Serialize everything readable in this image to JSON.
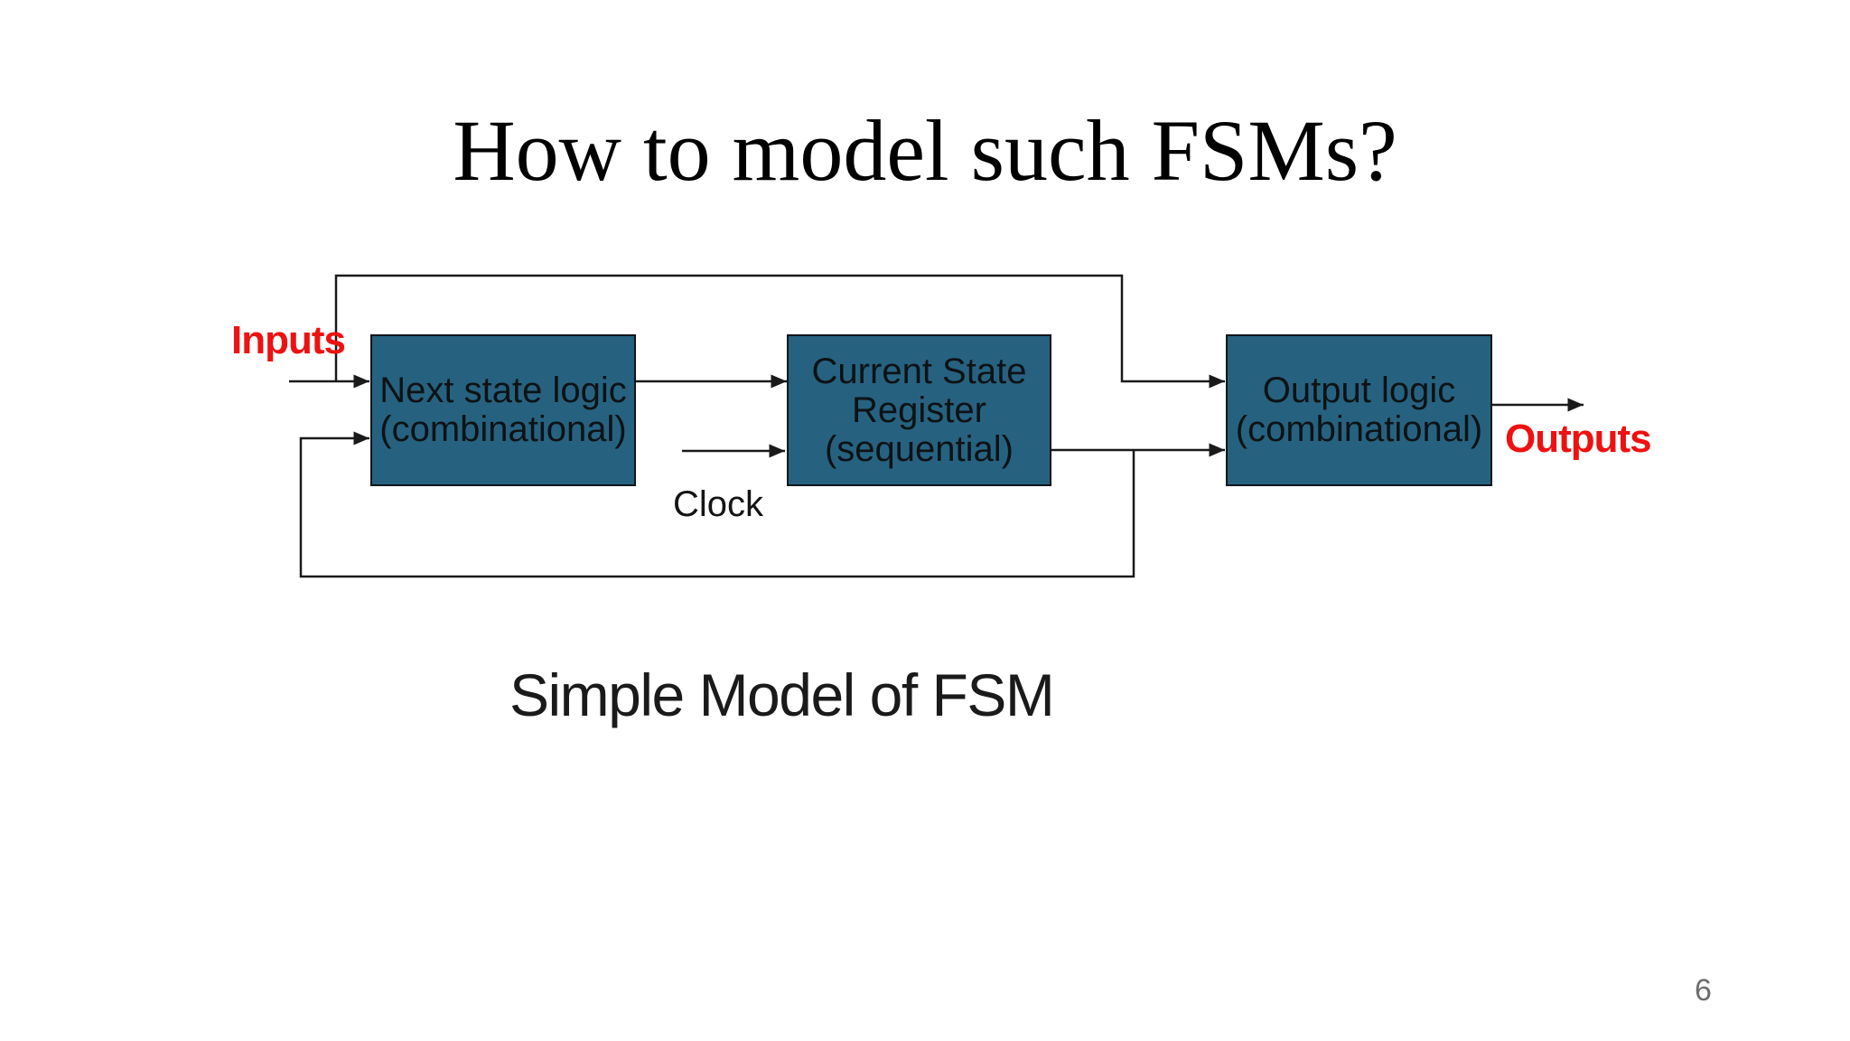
{
  "slide": {
    "title": "How to model such FSMs?",
    "caption": "Simple Model of FSM",
    "page_number": "6"
  },
  "diagram": {
    "labels": {
      "inputs": "Inputs",
      "outputs": "Outputs",
      "clock": "Clock"
    },
    "boxes": [
      {
        "name": "next-state-logic",
        "lines": [
          "Next state logic",
          "(combinational)"
        ]
      },
      {
        "name": "current-state-register",
        "lines": [
          "Current State",
          "Register",
          "(sequential)"
        ]
      },
      {
        "name": "output-logic",
        "lines": [
          "Output logic",
          "(combinational)"
        ]
      }
    ]
  },
  "colors": {
    "box_fill": "#266280",
    "box_border": "#10151a",
    "wire": "#1a1a1a",
    "label_red": "#ee1111",
    "title_text": "#000000",
    "box_text": "#0e1215",
    "page_number_gray": "#6e6e6e"
  }
}
